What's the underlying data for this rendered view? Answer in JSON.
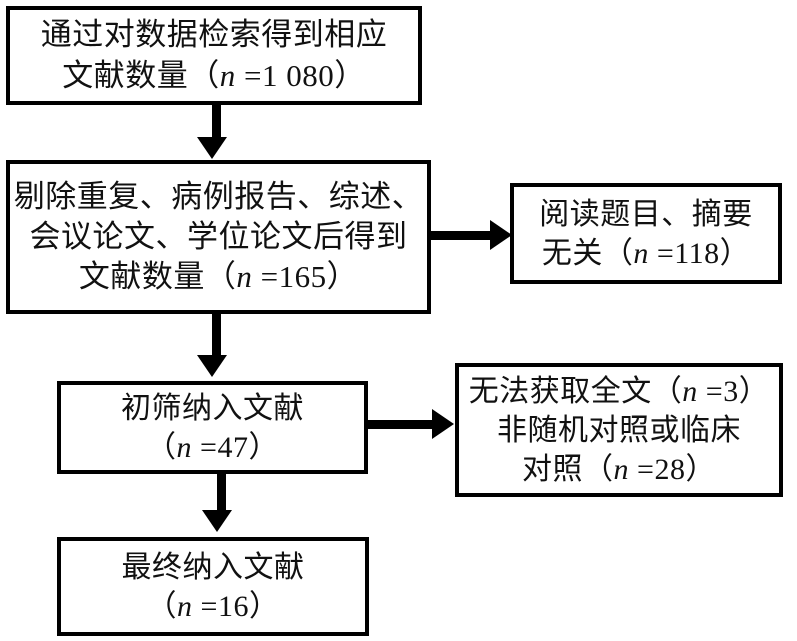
{
  "diagram": {
    "type": "prisma-literature-screening-flowchart",
    "language": "zh-CN",
    "colors": {
      "stroke": "#000000",
      "fill": "#ffffff",
      "text": "#111111"
    },
    "nodes": {
      "search": {
        "id": "search",
        "line1": "通过对数据检索得到相应",
        "line2_prefix": "文献数量（",
        "line2_symbol": "n",
        "line2_suffix": " =1 080）",
        "count": 1080
      },
      "exclude": {
        "id": "exclude",
        "line1": "剔除重复、病例报告、综述、",
        "line2": "会议论文、学位论文后得到",
        "line3_prefix": "文献数量（",
        "line3_symbol": "n",
        "line3_suffix": " =165）",
        "count": 165
      },
      "titleabs": {
        "id": "titleabs",
        "line1": "阅读题目、摘要",
        "line2_prefix": "无关（",
        "line2_symbol": "n",
        "line2_suffix": " =118）",
        "count": 118
      },
      "screened": {
        "id": "screened",
        "line1": "初筛纳入文献",
        "line2_prefix": "（",
        "line2_symbol": "n",
        "line2_suffix": " =47）",
        "count": 47
      },
      "fulltext": {
        "id": "fulltext",
        "line1_prefix": "无法获取全文（",
        "line1_symbol": "n",
        "line1_suffix": " =3）",
        "line2": "非随机对照或临床",
        "line3_prefix": "对照（",
        "line3_symbol": "n",
        "line3_suffix": " =28）",
        "count_fulltext_unavailable": 3,
        "count_nonrandomized": 28
      },
      "final": {
        "id": "final",
        "line1": "最终纳入文献",
        "line2_prefix": "（",
        "line2_symbol": "n",
        "line2_suffix": " =16）",
        "count": 16
      }
    },
    "connectors": [
      {
        "id": "search-to-exclude",
        "from": "search",
        "to": "exclude",
        "direction": "down"
      },
      {
        "id": "exclude-to-titleabs",
        "from": "exclude",
        "to": "titleabs",
        "direction": "right"
      },
      {
        "id": "exclude-to-screened",
        "from": "exclude",
        "to": "screened",
        "direction": "down"
      },
      {
        "id": "screened-to-fulltext",
        "from": "screened",
        "to": "fulltext",
        "direction": "right"
      },
      {
        "id": "screened-to-final",
        "from": "screened",
        "to": "final",
        "direction": "down"
      }
    ]
  }
}
